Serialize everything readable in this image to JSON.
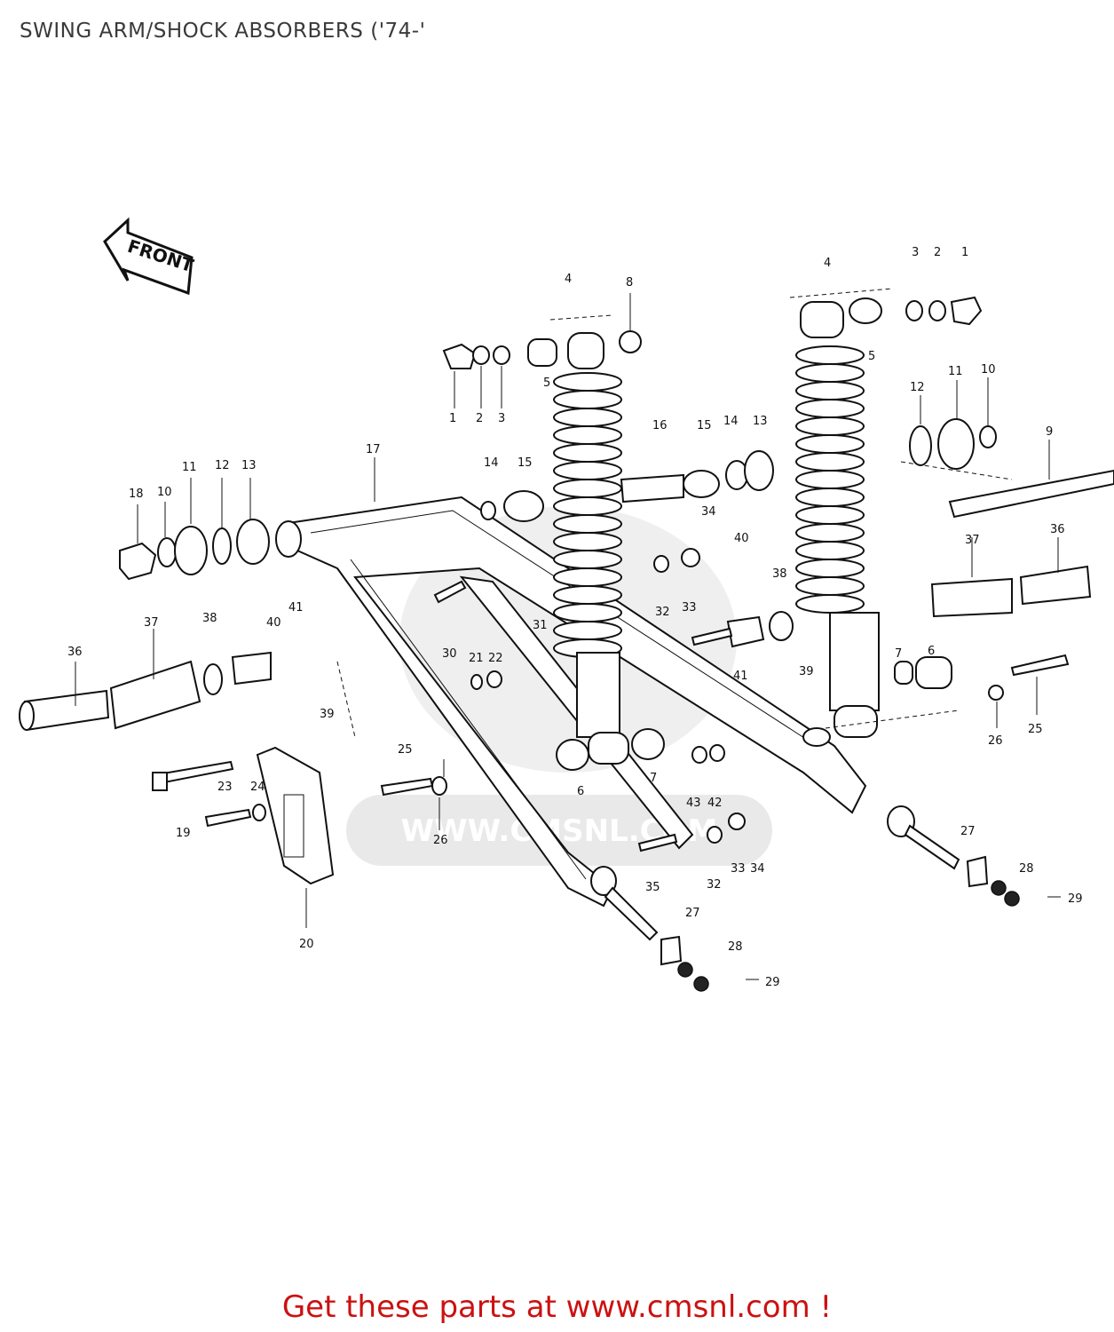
{
  "title": "SWING ARM/SHOCK ABSORBERS ('74-'",
  "footer": "Get these parts at www.cmsnl.com !",
  "front_arrow_label": "FRONT",
  "watermark_text": "WWW.CMSNL.COM",
  "callouts": {
    "l1": "1",
    "l2": "2",
    "l3": "3",
    "l4": "4",
    "l5": "5",
    "l6": "6",
    "l7": "7",
    "l8": "8",
    "l9": "9",
    "l10": "10",
    "l11": "11",
    "l12": "12",
    "l13": "13",
    "l14": "14",
    "l15": "15",
    "l16": "16",
    "l17": "17",
    "l18": "18",
    "l19": "19",
    "l20": "20",
    "l21": "21",
    "l22": "22",
    "l23": "23",
    "l24": "24",
    "l25": "25",
    "l26": "26",
    "l27": "27",
    "l28": "28",
    "l29": "29",
    "l30": "30",
    "l31": "31",
    "l32": "32",
    "l33": "33",
    "l34": "34",
    "l35": "35",
    "l36": "36",
    "l37": "37",
    "l38": "38",
    "l39": "39",
    "l40": "40",
    "l41": "41",
    "l42": "42",
    "l43": "43"
  }
}
